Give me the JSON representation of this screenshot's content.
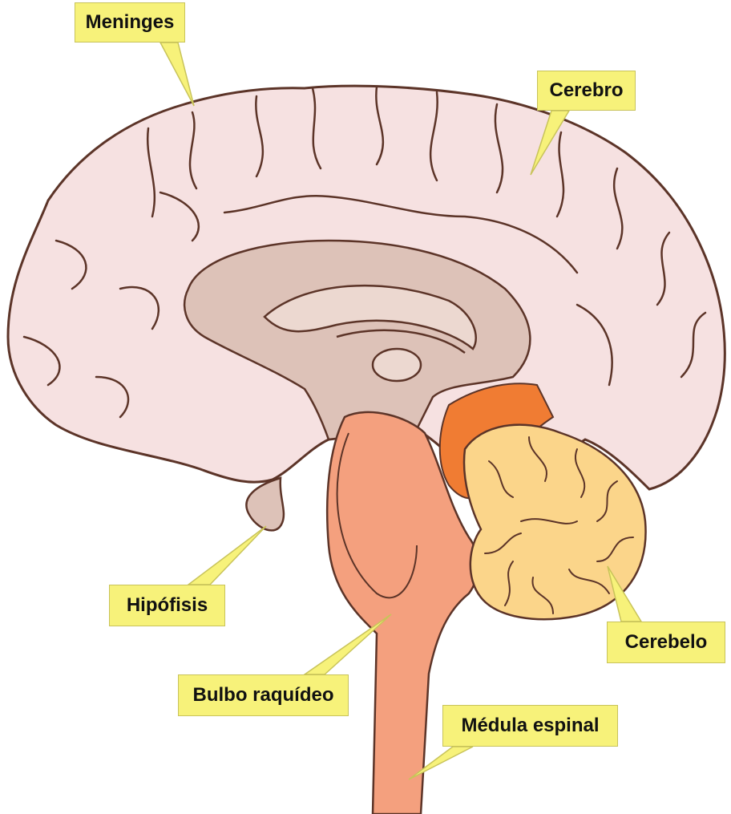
{
  "labels": {
    "meninges": "Meninges",
    "cerebro": "Cerebro",
    "hipofisis": "Hipófisis",
    "cerebelo": "Cerebelo",
    "bulbo": "Bulbo raquídeo",
    "medula": "Médula espinal"
  },
  "colors": {
    "cerebrum": "#f6e1e1",
    "inner": "#ddc2b8",
    "brainstem": "#f4a07e",
    "cerebellum": "#fbd58a",
    "fourth_ventricle": "#f07c33",
    "outline": "#5c3428",
    "callout_fill": "#f7f27a"
  }
}
